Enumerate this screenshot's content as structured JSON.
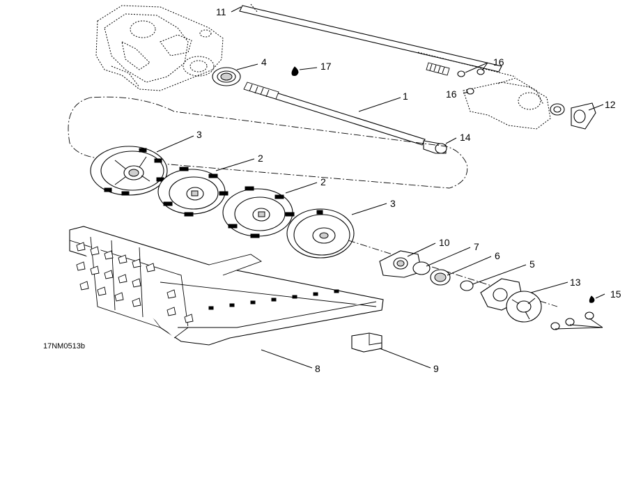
{
  "drawing_code": "17NM0513b",
  "callouts": [
    {
      "id": "c1",
      "label": "1"
    },
    {
      "id": "c2a",
      "label": "2"
    },
    {
      "id": "c2b",
      "label": "2"
    },
    {
      "id": "c3a",
      "label": "3"
    },
    {
      "id": "c3b",
      "label": "3"
    },
    {
      "id": "c4",
      "label": "4"
    },
    {
      "id": "c5",
      "label": "5"
    },
    {
      "id": "c6",
      "label": "6"
    },
    {
      "id": "c7",
      "label": "7"
    },
    {
      "id": "c8",
      "label": "8"
    },
    {
      "id": "c9",
      "label": "9"
    },
    {
      "id": "c10",
      "label": "10"
    },
    {
      "id": "c11",
      "label": "11"
    },
    {
      "id": "c12",
      "label": "12"
    },
    {
      "id": "c13",
      "label": "13"
    },
    {
      "id": "c14",
      "label": "14"
    },
    {
      "id": "c15",
      "label": "15"
    },
    {
      "id": "c16a",
      "label": "16"
    },
    {
      "id": "c16b",
      "label": "16"
    },
    {
      "id": "c17",
      "label": "17"
    }
  ]
}
